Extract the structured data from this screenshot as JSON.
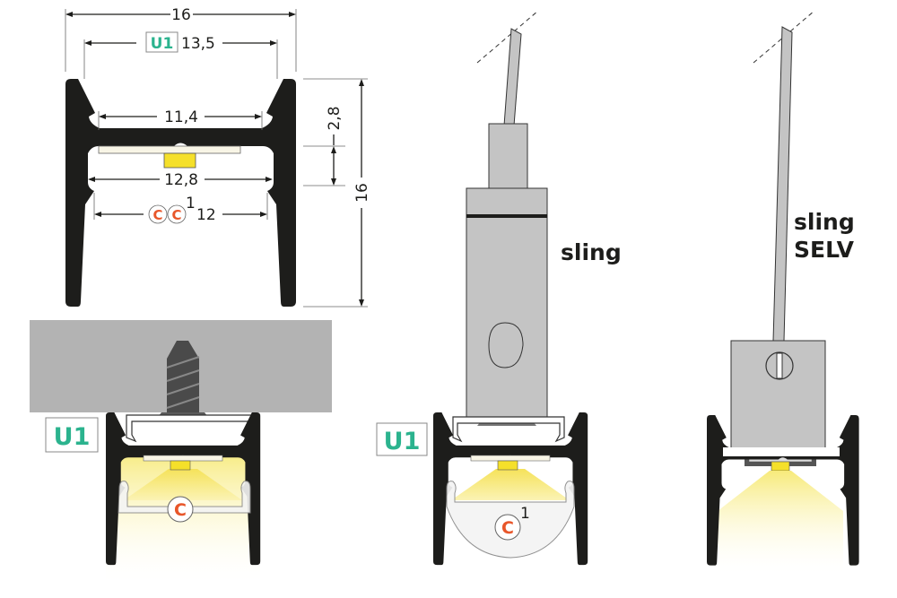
{
  "dimensions": {
    "outer_width": "16",
    "u1_label": "U1",
    "inner_top_width": "13,5",
    "crossbar_width": "11,4",
    "depth": "2,8",
    "strip_width": "12,8",
    "cover_width": "12",
    "cover_label_a": "C",
    "cover_label_b": "C",
    "cover_superscript": "1",
    "height": "16"
  },
  "mounting_views": [
    {
      "badge": "U1",
      "cover": "C"
    },
    {
      "badge": "U1",
      "cover": "C",
      "cover_superscript": "1",
      "label": "sling"
    },
    {
      "label_line1": "sling",
      "label_line2": "SELV"
    }
  ],
  "colors": {
    "profile": "#1d1d1b",
    "u1_green": "#2bb38e",
    "cover_orange": "#e8562a",
    "led_yellow": "#f5e02a",
    "ceiling_gray": "#b3b3b3"
  }
}
